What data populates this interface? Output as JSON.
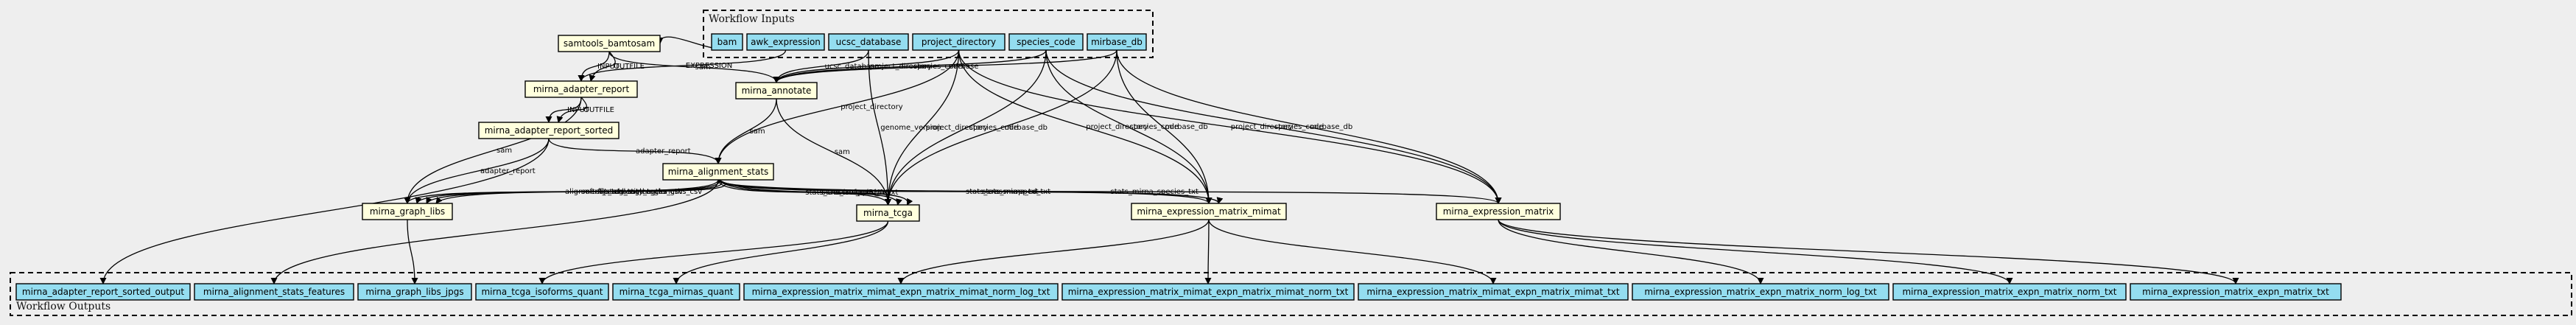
{
  "clusters": {
    "inputs_title": "Workflow Inputs",
    "outputs_title": "Workflow Outputs"
  },
  "inputs": [
    {
      "id": "bam",
      "label": "bam"
    },
    {
      "id": "awk_expression",
      "label": "awk_expression"
    },
    {
      "id": "ucsc_database",
      "label": "ucsc_database"
    },
    {
      "id": "project_directory",
      "label": "project_directory"
    },
    {
      "id": "species_code",
      "label": "species_code"
    },
    {
      "id": "mirbase_db",
      "label": "mirbase_db"
    }
  ],
  "steps": [
    {
      "id": "samtools_bamtosam",
      "label": "samtools_bamtosam"
    },
    {
      "id": "mirna_adapter_report",
      "label": "mirna_adapter_report"
    },
    {
      "id": "mirna_annotate",
      "label": "mirna_annotate"
    },
    {
      "id": "mirna_adapter_report_sorted",
      "label": "mirna_adapter_report_sorted"
    },
    {
      "id": "mirna_alignment_stats",
      "label": "mirna_alignment_stats"
    },
    {
      "id": "mirna_graph_libs",
      "label": "mirna_graph_libs"
    },
    {
      "id": "mirna_tcga",
      "label": "mirna_tcga"
    },
    {
      "id": "mirna_expression_matrix_mimat",
      "label": "mirna_expression_matrix_mimat"
    },
    {
      "id": "mirna_expression_matrix",
      "label": "mirna_expression_matrix"
    }
  ],
  "outputs": [
    {
      "id": "mirna_adapter_report_sorted_output",
      "label": "mirna_adapter_report_sorted_output"
    },
    {
      "id": "mirna_alignment_stats_features",
      "label": "mirna_alignment_stats_features"
    },
    {
      "id": "mirna_graph_libs_jpgs",
      "label": "mirna_graph_libs_jpgs"
    },
    {
      "id": "mirna_tcga_isoforms_quant",
      "label": "mirna_tcga_isoforms_quant"
    },
    {
      "id": "mirna_tcga_mirnas_quant",
      "label": "mirna_tcga_mirnas_quant"
    },
    {
      "id": "mirna_expression_matrix_mimat_expn_matrix_mimat_norm_log_txt",
      "label": "mirna_expression_matrix_mimat_expn_matrix_mimat_norm_log_txt"
    },
    {
      "id": "mirna_expression_matrix_mimat_expn_matrix_mimat_norm_txt",
      "label": "mirna_expression_matrix_mimat_expn_matrix_mimat_norm_txt"
    },
    {
      "id": "mirna_expression_matrix_mimat_expn_matrix_mimat_txt",
      "label": "mirna_expression_matrix_mimat_expn_matrix_mimat_txt"
    },
    {
      "id": "mirna_expression_matrix_expn_matrix_norm_log_txt",
      "label": "mirna_expression_matrix_expn_matrix_norm_log_txt"
    },
    {
      "id": "mirna_expression_matrix_expn_matrix_norm_txt",
      "label": "mirna_expression_matrix_expn_matrix_norm_txt"
    },
    {
      "id": "mirna_expression_matrix_expn_matrix_txt",
      "label": "mirna_expression_matrix_expn_matrix_txt"
    }
  ],
  "edges": [
    {
      "from": "bam",
      "to": "samtools_bamtosam",
      "label": ""
    },
    {
      "from": "samtools_bamtosam",
      "to": "mirna_adapter_report",
      "label": "INPUT"
    },
    {
      "from": "samtools_bamtosam",
      "to": "mirna_adapter_report",
      "label": "OUTFILE"
    },
    {
      "from": "samtools_bamtosam",
      "to": "mirna_annotate",
      "label": "sam"
    },
    {
      "from": "awk_expression",
      "to": "mirna_adapter_report",
      "label": "EXPRESSION"
    },
    {
      "from": "ucsc_database",
      "to": "mirna_annotate",
      "label": "ucsc_database"
    },
    {
      "from": "project_directory",
      "to": "mirna_annotate",
      "label": "project_directory"
    },
    {
      "from": "species_code",
      "to": "mirna_annotate",
      "label": "species_code"
    },
    {
      "from": "mirbase_db",
      "to": "mirna_annotate",
      "label": "mirbase"
    },
    {
      "from": "mirna_adapter_report",
      "to": "mirna_adapter_report_sorted",
      "label": "INPUT"
    },
    {
      "from": "mirna_adapter_report",
      "to": "mirna_adapter_report_sorted",
      "label": "OUTFILE"
    },
    {
      "from": "mirna_adapter_report_sorted",
      "to": "mirna_alignment_stats",
      "label": "adapter_report"
    },
    {
      "from": "mirna_adapter_report_sorted",
      "to": "mirna_graph_libs",
      "label": "adapter_report"
    },
    {
      "from": "mirna_adapter_report_sorted",
      "to": "mirna_adapter_report_sorted_output",
      "label": ""
    },
    {
      "from": "mirna_adapter_report",
      "to": "mirna_graph_libs",
      "label": "sam"
    },
    {
      "from": "mirna_annotate",
      "to": "mirna_alignment_stats",
      "label": "sam"
    },
    {
      "from": "mirna_annotate",
      "to": "mirna_tcga",
      "label": "sam"
    },
    {
      "from": "ucsc_database",
      "to": "mirna_tcga",
      "label": "genome_version"
    },
    {
      "from": "project_directory",
      "to": "mirna_alignment_stats",
      "label": "project_directory"
    },
    {
      "from": "project_directory",
      "to": "mirna_tcga",
      "label": "project_directory"
    },
    {
      "from": "project_directory",
      "to": "mirna_expression_matrix_mimat",
      "label": "project_directory"
    },
    {
      "from": "project_directory",
      "to": "mirna_expression_matrix",
      "label": "project_directory"
    },
    {
      "from": "species_code",
      "to": "mirna_tcga",
      "label": "species_code"
    },
    {
      "from": "species_code",
      "to": "mirna_expression_matrix_mimat",
      "label": "species_code"
    },
    {
      "from": "species_code",
      "to": "mirna_expression_matrix",
      "label": "species_code"
    },
    {
      "from": "mirbase_db",
      "to": "mirna_tcga",
      "label": "mirbase_db"
    },
    {
      "from": "mirbase_db",
      "to": "mirna_expression_matrix_mimat",
      "label": "mirbase_db"
    },
    {
      "from": "mirbase_db",
      "to": "mirna_expression_matrix",
      "label": "mirbase_db"
    },
    {
      "from": "mirna_alignment_stats",
      "to": "mirna_graph_libs",
      "label": "alignment_stats_csv"
    },
    {
      "from": "mirna_alignment_stats",
      "to": "mirna_graph_libs",
      "label": "softclip_taglengths_csv"
    },
    {
      "from": "mirna_alignment_stats",
      "to": "mirna_graph_libs",
      "label": "filtered_taglengths_csv"
    },
    {
      "from": "mirna_alignment_stats",
      "to": "mirna_graph_libs",
      "label": "chastity_taglengths_csv"
    },
    {
      "from": "mirna_alignment_stats",
      "to": "mirna_tcga",
      "label": "stats_crossmapped_txt"
    },
    {
      "from": "mirna_alignment_stats",
      "to": "mirna_tcga",
      "label": "stats_isoforms_txt"
    },
    {
      "from": "mirna_alignment_stats",
      "to": "mirna_tcga",
      "label": "stats_miRNA_txt"
    },
    {
      "from": "mirna_alignment_stats",
      "to": "mirna_expression_matrix_mimat",
      "label": "stats_crossmapped_txt"
    },
    {
      "from": "mirna_alignment_stats",
      "to": "mirna_expression_matrix_mimat",
      "label": "stats_mima_txt"
    },
    {
      "from": "mirna_alignment_stats",
      "to": "mirna_expression_matrix",
      "label": "stats_mirna_species_txt"
    },
    {
      "from": "mirna_alignment_stats",
      "to": "mirna_alignment_stats_features",
      "label": ""
    },
    {
      "from": "mirna_graph_libs",
      "to": "mirna_graph_libs_jpgs",
      "label": ""
    },
    {
      "from": "mirna_tcga",
      "to": "mirna_tcga_isoforms_quant",
      "label": ""
    },
    {
      "from": "mirna_tcga",
      "to": "mirna_tcga_mirnas_quant",
      "label": ""
    },
    {
      "from": "mirna_expression_matrix_mimat",
      "to": "mirna_expression_matrix_mimat_expn_matrix_mimat_norm_log_txt",
      "label": ""
    },
    {
      "from": "mirna_expression_matrix_mimat",
      "to": "mirna_expression_matrix_mimat_expn_matrix_mimat_norm_txt",
      "label": ""
    },
    {
      "from": "mirna_expression_matrix_mimat",
      "to": "mirna_expression_matrix_mimat_expn_matrix_mimat_txt",
      "label": ""
    },
    {
      "from": "mirna_expression_matrix",
      "to": "mirna_expression_matrix_expn_matrix_norm_log_txt",
      "label": ""
    },
    {
      "from": "mirna_expression_matrix",
      "to": "mirna_expression_matrix_expn_matrix_norm_txt",
      "label": ""
    },
    {
      "from": "mirna_expression_matrix",
      "to": "mirna_expression_matrix_expn_matrix_txt",
      "label": ""
    }
  ]
}
